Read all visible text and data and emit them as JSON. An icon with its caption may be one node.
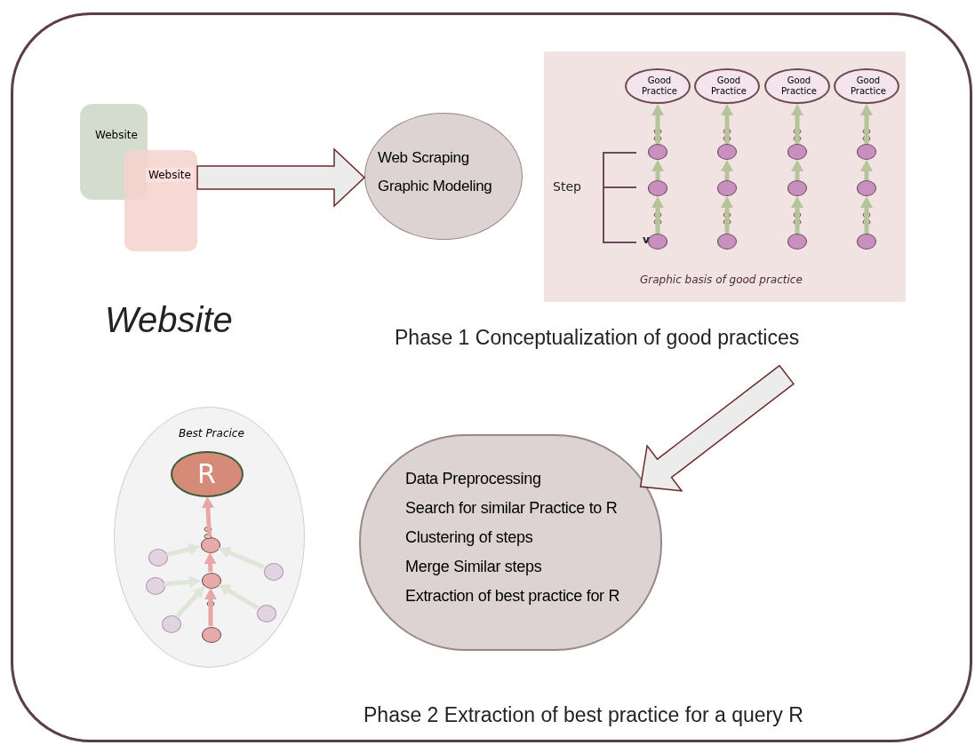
{
  "diagram": {
    "nodes": [
      {
        "text": [
          "Website"
        ]
      },
      {
        "text": [
          "Website"
        ]
      },
      {
        "text": [
          "Web Scraping",
          "Graphic Modeling"
        ]
      },
      {
        "text": [
          "Graphic basis of good practice"
        ]
      },
      {
        "text": [
          "Good Practice"
        ],
        "in": 3
      },
      {
        "text": [],
        "shape": "circle",
        "in": 3
      },
      {
        "text": [],
        "shape": "circle",
        "in": 3
      },
      {
        "text": [],
        "shape": "circle",
        "in": 3
      },
      {
        "text": [
          "Good Practice"
        ],
        "in": 3
      },
      {
        "text": [],
        "shape": "circle",
        "in": 3
      },
      {
        "text": [],
        "shape": "circle",
        "in": 3
      },
      {
        "text": [],
        "shape": "circle",
        "in": 3
      },
      {
        "text": [
          "Good Practice"
        ],
        "in": 3
      },
      {
        "text": [],
        "shape": "circle",
        "in": 3
      },
      {
        "text": [],
        "shape": "circle",
        "in": 3
      },
      {
        "text": [],
        "shape": "circle",
        "in": 3
      },
      {
        "text": [
          "Good Practice"
        ],
        "in": 3
      },
      {
        "text": [],
        "shape": "circle",
        "in": 3
      },
      {
        "text": [],
        "shape": "circle",
        "in": 3
      },
      {
        "text": [],
        "shape": "circle",
        "in": 3
      },
      {
        "text": [
          "Best Pracice"
        ]
      },
      {
        "text": [
          "R"
        ],
        "in": 20
      },
      {
        "text": [],
        "shape": "circle",
        "in": 20
      },
      {
        "text": [],
        "shape": "circle",
        "in": 20
      },
      {
        "text": [],
        "shape": "circle",
        "in": 20
      },
      {
        "text": [],
        "shape": "circle",
        "in": 20
      },
      {
        "text": [],
        "shape": "circle",
        "in": 20
      },
      {
        "text": [],
        "shape": "circle",
        "in": 20
      },
      {
        "text": [],
        "shape": "circle",
        "in": 20
      },
      {
        "text": [],
        "shape": "circle",
        "in": 20
      },
      {
        "text": [
          "Data Preprocessing",
          "Search for similar Practice to R",
          "Clustering of steps",
          "Merge Similar steps",
          "Extraction of best practice for R"
        ]
      }
    ],
    "edges": [
      {
        "from": 1,
        "to": 2,
        "arrow": "to",
        "style": "thick",
        "color": "#ececec"
      },
      {
        "from": null,
        "to": 30,
        "arrow": "to",
        "style": "thick",
        "color": "#ececec"
      },
      {
        "from": 7,
        "to": 6,
        "arrow": "to"
      },
      {
        "from": 6,
        "to": 5,
        "arrow": "to"
      },
      {
        "from": 5,
        "to": 4,
        "arrow": "to"
      },
      {
        "from": 11,
        "to": 10,
        "arrow": "to"
      },
      {
        "from": 10,
        "to": 9,
        "arrow": "to"
      },
      {
        "from": 9,
        "to": 8,
        "arrow": "to"
      },
      {
        "from": 15,
        "to": 14,
        "arrow": "to"
      },
      {
        "from": 14,
        "to": 13,
        "arrow": "to"
      },
      {
        "from": 13,
        "to": 12,
        "arrow": "to"
      },
      {
        "from": 19,
        "to": 18,
        "arrow": "to"
      },
      {
        "from": 18,
        "to": 17,
        "arrow": "to"
      },
      {
        "from": 17,
        "to": 16,
        "arrow": "to"
      },
      {
        "from": 24,
        "to": 23,
        "arrow": "to",
        "color": "#e8a7a7"
      },
      {
        "from": 23,
        "to": 22,
        "arrow": "to",
        "color": "#e8a7a7"
      },
      {
        "from": 22,
        "to": 21,
        "arrow": "to",
        "color": "#e8a7a7"
      },
      {
        "from": 25,
        "to": 22,
        "arrow": "to",
        "color": "#dfe6d8"
      },
      {
        "from": 26,
        "to": 22,
        "arrow": "to",
        "color": "#dfe6d8"
      },
      {
        "from": 27,
        "to": 23,
        "arrow": "to",
        "color": "#dfe6d8"
      },
      {
        "from": 28,
        "to": 23,
        "arrow": "to",
        "color": "#dfe6d8"
      },
      {
        "from": 29,
        "to": 23,
        "arrow": "to",
        "color": "#dfe6d8"
      }
    ],
    "labels": [
      "Step",
      "v",
      "Website",
      "Phase 1  Conceptualization of good practices",
      "Phase 2 Extraction of best practice for a query R"
    ]
  }
}
